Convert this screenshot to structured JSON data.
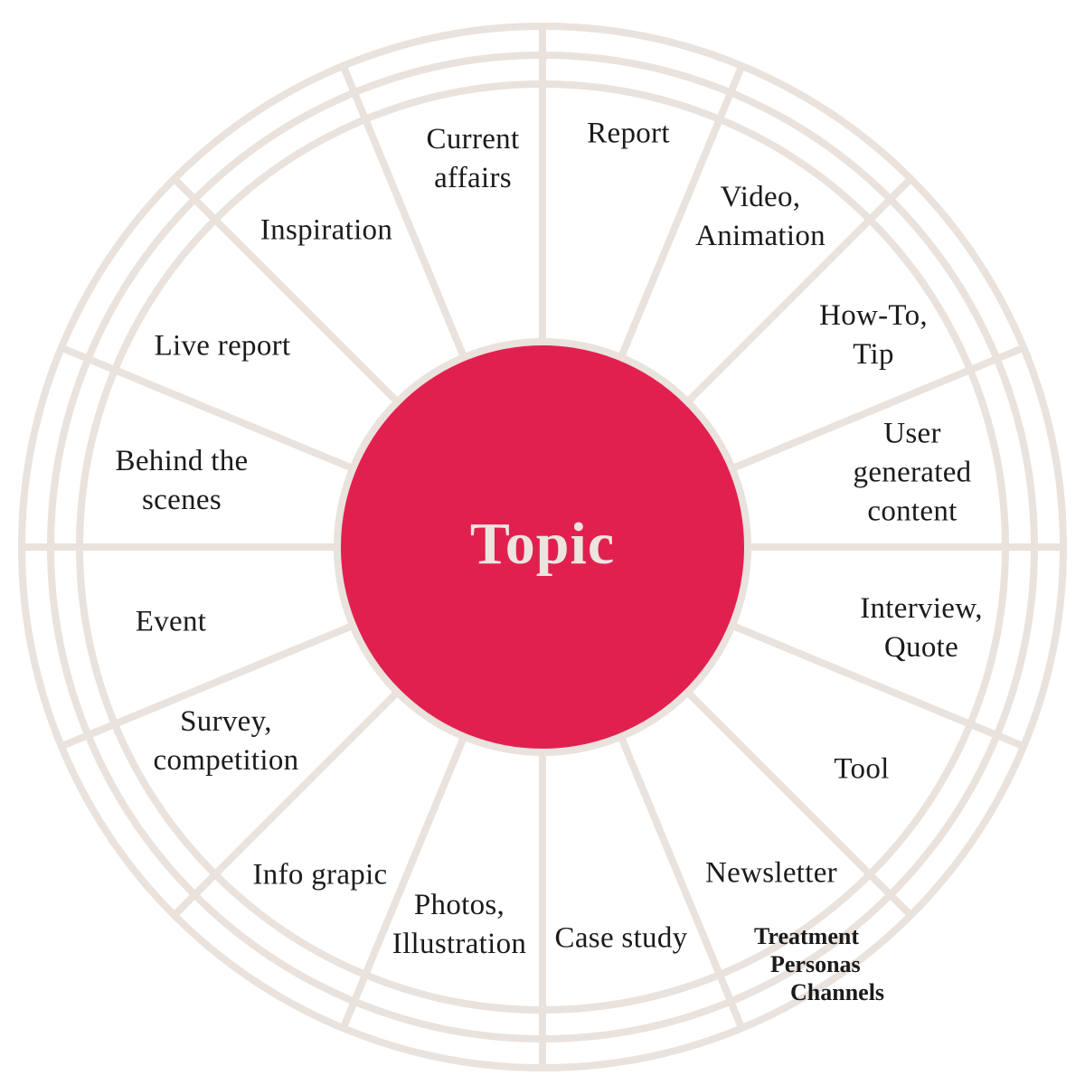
{
  "diagram": {
    "title": "Topic",
    "colors": {
      "center_fill": "#E2204F",
      "ring_stroke": "#E9E2DD",
      "center_text": "#ECE4DF",
      "label_text": "#1B1B1B"
    },
    "segments": [
      {
        "id": "current-affairs",
        "lines": [
          "Current",
          "affairs"
        ]
      },
      {
        "id": "report",
        "lines": [
          "Report"
        ]
      },
      {
        "id": "video-animation",
        "lines": [
          "Video,",
          "Animation"
        ]
      },
      {
        "id": "how-to-tip",
        "lines": [
          "How-To,",
          "Tip"
        ]
      },
      {
        "id": "user-generated-content",
        "lines": [
          "User",
          "generated",
          "content"
        ]
      },
      {
        "id": "interview-quote",
        "lines": [
          "Interview,",
          "Quote"
        ]
      },
      {
        "id": "tool",
        "lines": [
          "Tool"
        ]
      },
      {
        "id": "newsletter",
        "lines": [
          "Newsletter"
        ]
      },
      {
        "id": "case-study",
        "lines": [
          "Case study"
        ]
      },
      {
        "id": "photos-illustration",
        "lines": [
          "Photos,",
          "Illustration"
        ]
      },
      {
        "id": "info-grapic",
        "lines": [
          "Info grapic"
        ]
      },
      {
        "id": "survey-competition",
        "lines": [
          "Survey,",
          "competition"
        ]
      },
      {
        "id": "event",
        "lines": [
          "Event"
        ]
      },
      {
        "id": "behind-the-scenes",
        "lines": [
          "Behind the",
          "scenes"
        ]
      },
      {
        "id": "live-report",
        "lines": [
          "Live report"
        ]
      },
      {
        "id": "inspiration",
        "lines": [
          "Inspiration"
        ]
      }
    ],
    "rings": {
      "labels": [
        "Treatment",
        "Personas",
        "Channels"
      ]
    }
  }
}
